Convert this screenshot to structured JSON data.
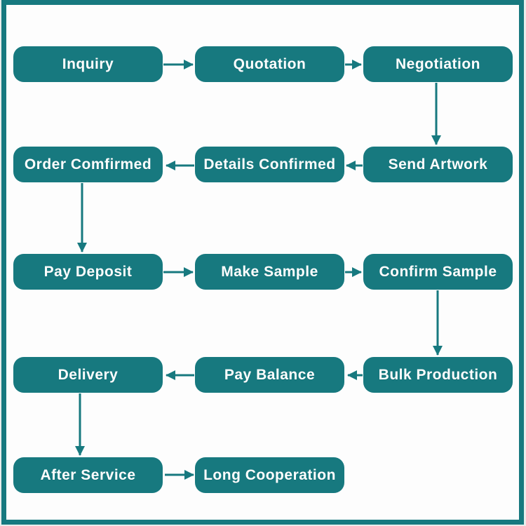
{
  "diagram": {
    "type": "flowchart",
    "colors": {
      "node_fill": "#17797f",
      "node_text": "#fefefe",
      "arrow": "#17797f",
      "frame_border": "#17797f",
      "canvas_background": "#fdfdfd",
      "outer_background": "#e8edeb"
    },
    "nodes": [
      {
        "id": "inquiry",
        "label": "Inquiry"
      },
      {
        "id": "quotation",
        "label": "Quotation"
      },
      {
        "id": "negotiation",
        "label": "Negotiation"
      },
      {
        "id": "send-artwork",
        "label": "Send Artwork"
      },
      {
        "id": "details-confirmed",
        "label": "Details Confirmed"
      },
      {
        "id": "order-comfirmed",
        "label": "Order Comfirmed"
      },
      {
        "id": "pay-deposit",
        "label": "Pay Deposit"
      },
      {
        "id": "make-sample",
        "label": "Make Sample"
      },
      {
        "id": "confirm-sample",
        "label": "Confirm Sample"
      },
      {
        "id": "bulk-production",
        "label": "Bulk Production"
      },
      {
        "id": "pay-balance",
        "label": "Pay Balance"
      },
      {
        "id": "delivery",
        "label": "Delivery"
      },
      {
        "id": "after-service",
        "label": "After Service"
      },
      {
        "id": "long-cooperation",
        "label": "Long Cooperation"
      }
    ],
    "edges": [
      {
        "from": "Inquiry",
        "to": "Quotation",
        "direction": "right"
      },
      {
        "from": "Quotation",
        "to": "Negotiation",
        "direction": "right"
      },
      {
        "from": "Negotiation",
        "to": "Send Artwork",
        "direction": "down"
      },
      {
        "from": "Send Artwork",
        "to": "Details Confirmed",
        "direction": "left"
      },
      {
        "from": "Details Confirmed",
        "to": "Order Comfirmed",
        "direction": "left"
      },
      {
        "from": "Order Comfirmed",
        "to": "Pay Deposit",
        "direction": "down"
      },
      {
        "from": "Pay Deposit",
        "to": "Make Sample",
        "direction": "right"
      },
      {
        "from": "Make Sample",
        "to": "Confirm Sample",
        "direction": "right"
      },
      {
        "from": "Confirm Sample",
        "to": "Bulk Production",
        "direction": "down"
      },
      {
        "from": "Bulk Production",
        "to": "Pay Balance",
        "direction": "left"
      },
      {
        "from": "Pay Balance",
        "to": "Delivery",
        "direction": "left"
      },
      {
        "from": "Delivery",
        "to": "After Service",
        "direction": "down"
      },
      {
        "from": "After Service",
        "to": "Long Cooperation",
        "direction": "right"
      }
    ]
  }
}
